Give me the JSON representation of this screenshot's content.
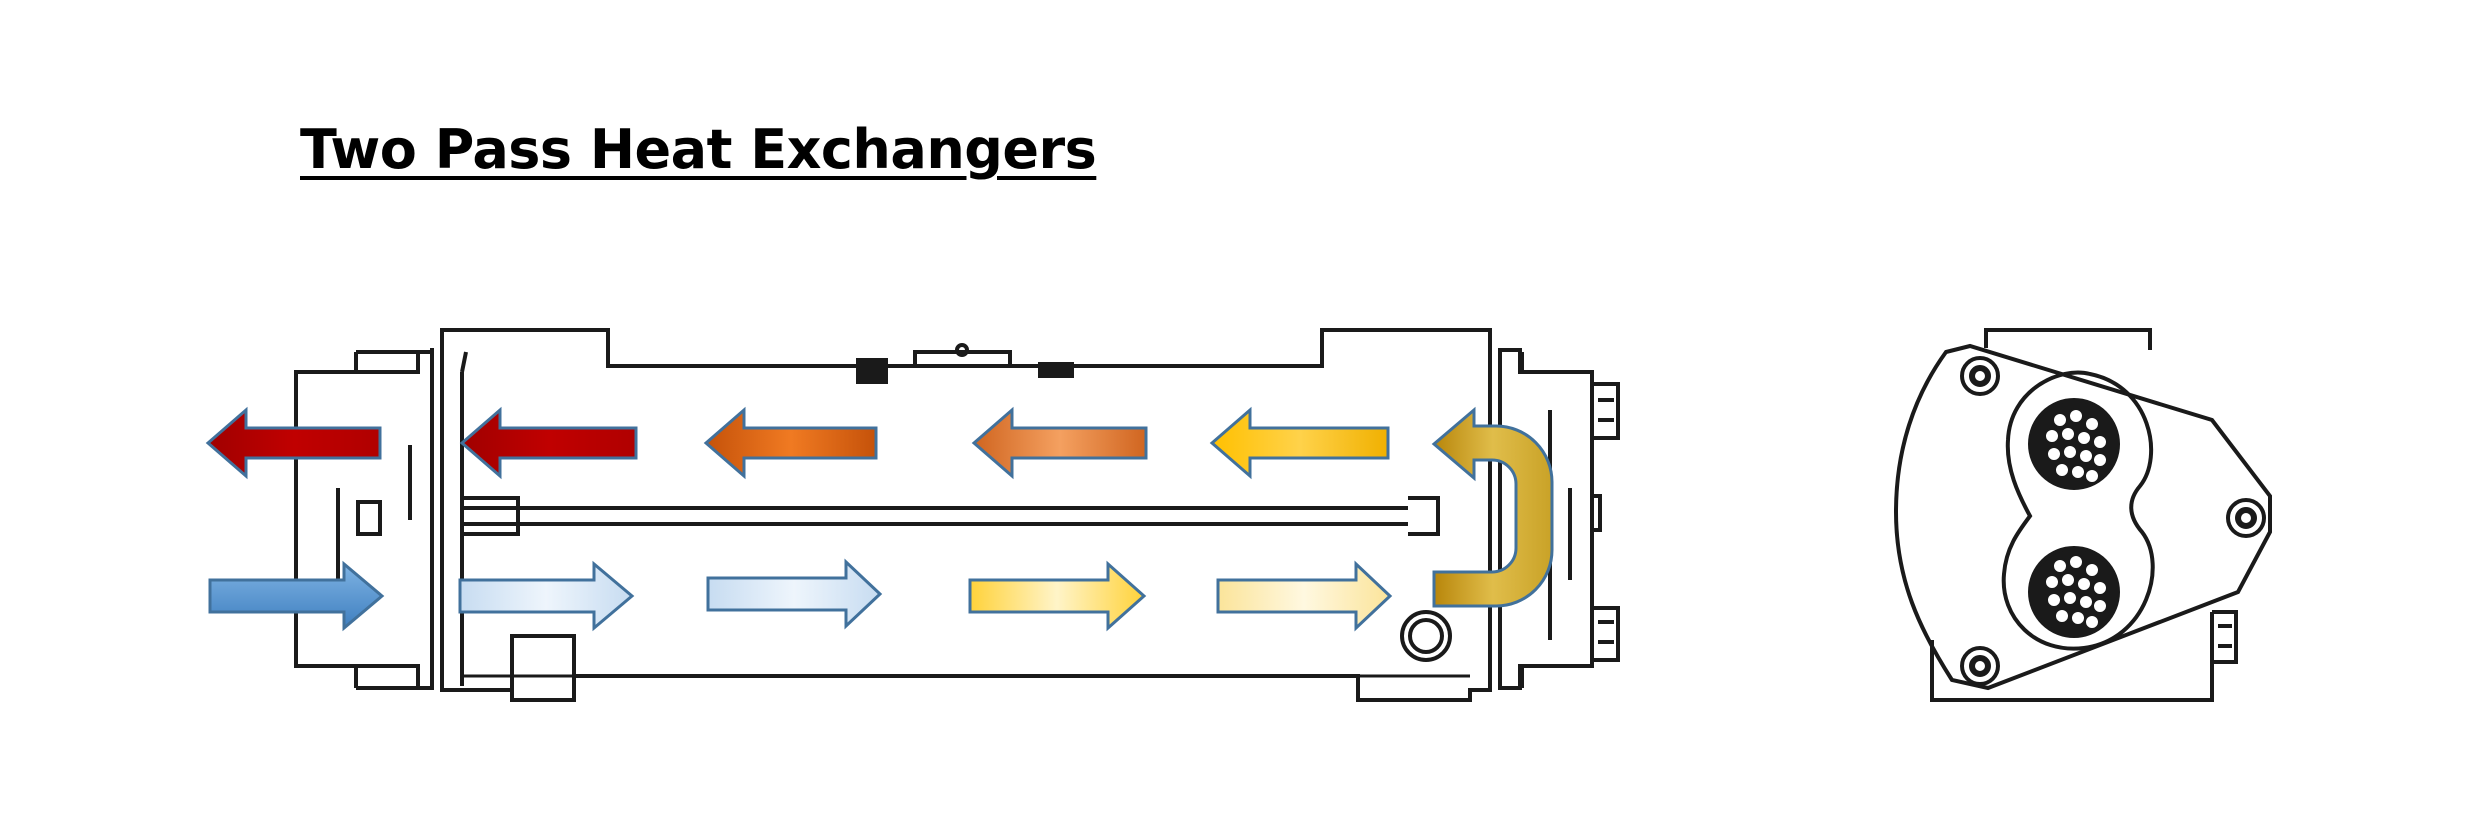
{
  "title": "Two Pass Heat Exchangers",
  "colors": {
    "outline": "#1a1a1a",
    "hot_red": "#c00000",
    "warm_orange": "#e46c0a",
    "mid_orange": "#ee8b3a",
    "warm_yellow": "#ffc000",
    "inlet_blue": "#5b9bd5",
    "pale_blue": "#d6e6f5",
    "pale_yellow": "#fff2cc",
    "return_gold": "#c9a227",
    "arrow_border": "#41719c"
  },
  "flow": {
    "upper_pass_direction": "left",
    "lower_pass_direction": "right",
    "return_bend": "right-end"
  },
  "icons": [
    "flow-arrow-left",
    "flow-arrow-right",
    "u-turn-arrow",
    "tube-bundle",
    "bolt"
  ]
}
